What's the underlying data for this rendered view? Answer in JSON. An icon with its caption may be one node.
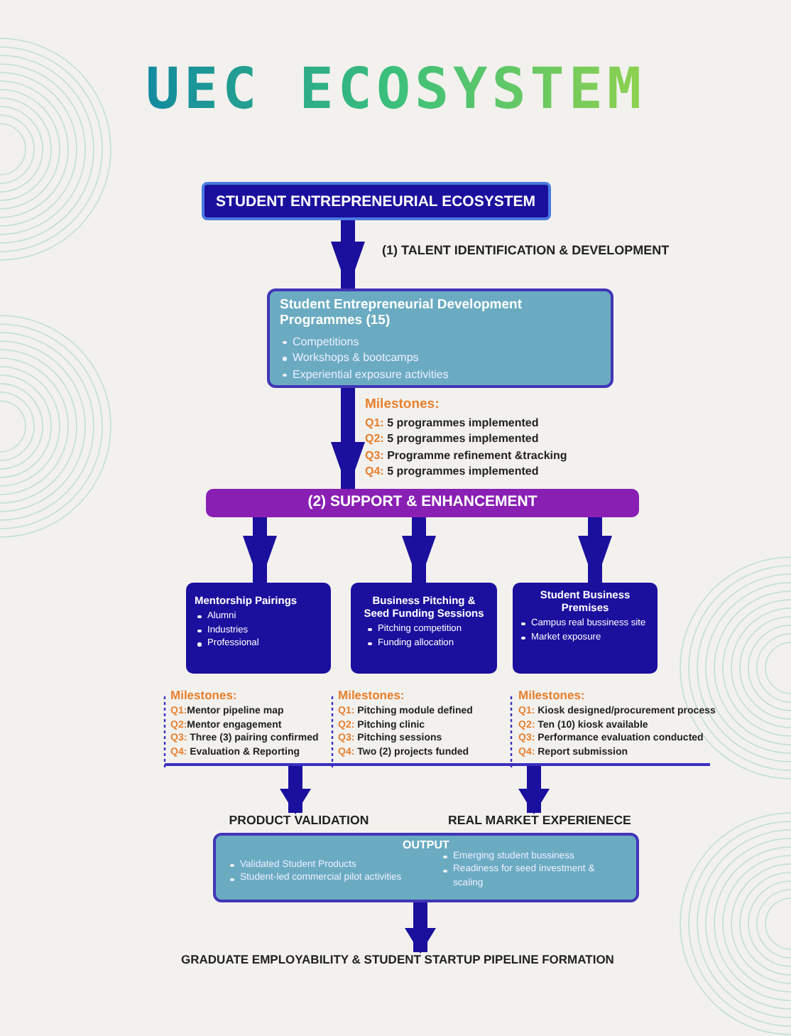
{
  "diagram": {
    "title": "UEC ECOSYSTEM",
    "nodes": [
      {
        "text": [
          "STUDENT ENTREPRENEURIAL ECOSYSTEM"
        ]
      },
      {
        "text": [
          "Student Entrepreneurial Development Programmes (15)",
          "Competitions",
          "Workshops & bootcamps",
          "Experiential exposure activities"
        ]
      },
      {
        "text": [
          "(2) SUPPORT & ENHANCEMENT"
        ]
      },
      {
        "text": [
          "Mentorship Pairings",
          "Alumni",
          "Industries",
          "Professional"
        ]
      },
      {
        "text": [
          "Business Pitching & Seed Funding Sessions",
          "Pitching competition",
          "Funding allocation"
        ]
      },
      {
        "text": [
          "Student Business Premises",
          "Campus real bussiness site",
          "Market exposure"
        ]
      },
      {
        "text": [
          "PRODUCT VALIDATION"
        ]
      },
      {
        "text": [
          "REAL MARKET EXPERIENECE"
        ]
      },
      {
        "text": [
          "OUTPUT",
          "Validated Student Products",
          "Student-led commercial pilot activities",
          "Emerging student bussiness",
          "Readiness for seed investment & scaling"
        ]
      },
      {
        "text": [
          "GRADUATE EMPLOYABILITY & STUDENT STARTUP PIPELINE FORMATION"
        ]
      },
      {
        "text": [],
        "shape": "bar"
      }
    ],
    "edges": [
      {
        "from": 0,
        "to": 1,
        "arrow": "to",
        "label": "(1) TALENT IDENTIFICATION & DEVELOPMENT"
      },
      {
        "from": 1,
        "to": 2,
        "arrow": "to"
      },
      {
        "from": 2,
        "to": 3,
        "arrow": "to"
      },
      {
        "from": 2,
        "to": 4,
        "arrow": "to"
      },
      {
        "from": 2,
        "to": 5,
        "arrow": "to"
      },
      {
        "from": 10,
        "to": 6,
        "arrow": "to"
      },
      {
        "from": 10,
        "to": 7,
        "arrow": "to"
      },
      {
        "from": 8,
        "to": 9,
        "arrow": "to"
      }
    ],
    "labels": [
      "Milestones:",
      "Q1: 5 programmes implemented",
      "Q2: 5 programmes implemented",
      "Q3: Programme refinement &tracking",
      "Q4: 5 programmes implemented",
      "Milestones:",
      "Q1:Mentor pipeline map",
      "Q2:Mentor engagement",
      "Q3: Three (3) pairing confirmed",
      "Q4: Evaluation & Reporting",
      "Milestones:",
      "Q1: Pitching module defined",
      "Q2: Pitching clinic",
      "Q3: Pitching sessions",
      "Q4: Two (2) projects funded",
      "Milestones:",
      "Q1: Kiosk designed/procurement process",
      "Q2: Ten (10) kiosk available",
      "Q3: Performance evaluation conducted",
      "Q4: Report submission"
    ]
  }
}
